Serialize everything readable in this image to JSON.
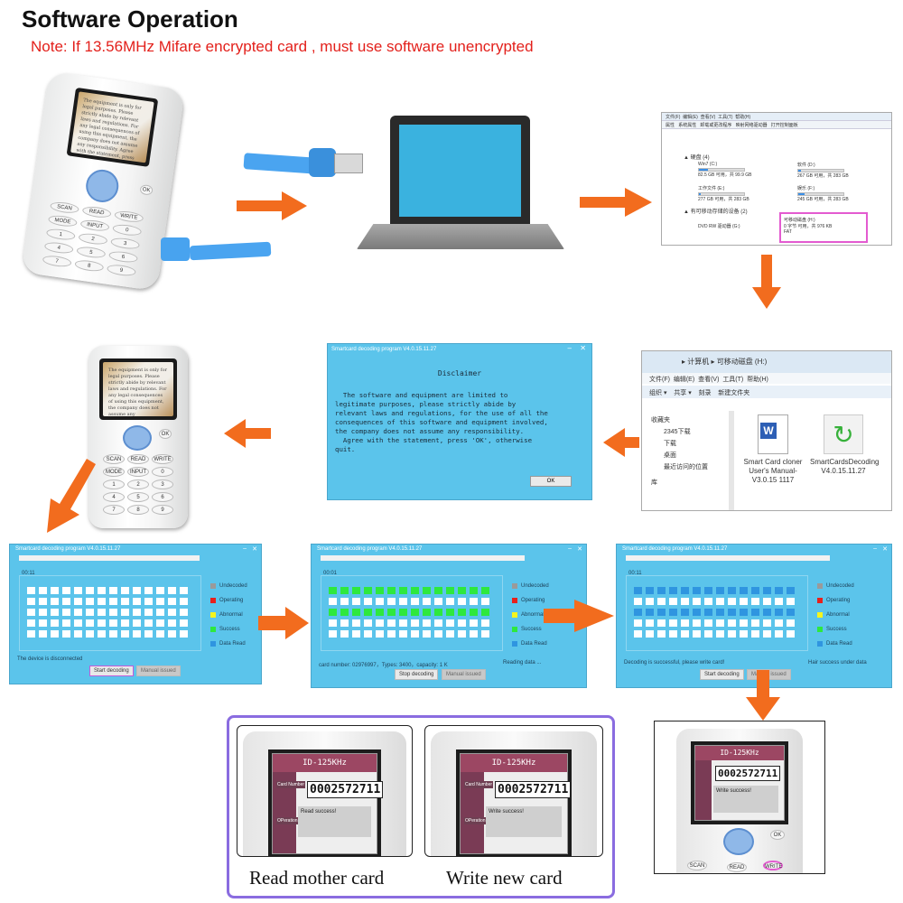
{
  "header": {
    "title": "Software Operation",
    "note": "Note: If 13.56MHz Mifare encrypted card , must use software unencrypted"
  },
  "device_screen": {
    "text": "The equipment is only for legal purposes. Please strictly abide by relevant laws and regulations. For any legal consequences of using this equipment, the company does not assume any responsibility. Agree with the statement, press 'Confirm'.",
    "keys": [
      "SCAN",
      "READ",
      "WRITE",
      "MODE",
      "INPUT",
      "0",
      "1",
      "2",
      "3",
      "4",
      "5",
      "6",
      "7",
      "8",
      "9"
    ],
    "side_keys": [
      "OK"
    ]
  },
  "explorer1": {
    "menu": [
      "文件(F)",
      "编辑(E)",
      "查看(V)",
      "工具(T)",
      "帮助(H)"
    ],
    "toolbar": [
      "属性",
      "系统属性",
      "卸载或更改程序",
      "映射网络驱动器",
      "打开控制面板"
    ],
    "section1": "▲ 硬盘 (4)",
    "section2": "▲ 有可移动存储的设备 (2)",
    "drives": [
      {
        "name": "Win7 (C:)",
        "info": "82.5 GB 可用，共 99.9 GB",
        "used": 0.2
      },
      {
        "name": "软件 (D:)",
        "info": "267 GB 可用，共 283 GB",
        "used": 0.06
      },
      {
        "name": "工作文件 (E:)",
        "info": "277 GB 可用，共 283 GB",
        "used": 0.03
      },
      {
        "name": "娱乐 (F:)",
        "info": "245 GB 可用，共 283 GB",
        "used": 0.14
      }
    ],
    "dvd": "DVD RW 驱动器 (G:)",
    "removable": {
      "name": "可移动磁盘 (H:)",
      "info": "0 字节 可用，共 976 KB",
      "fs": "FAT"
    }
  },
  "explorer2": {
    "path": "▸ 计算机 ▸ 可移动磁盘 (H:)",
    "menu": [
      "文件(F)",
      "编辑(E)",
      "查看(V)",
      "工具(T)",
      "帮助(H)"
    ],
    "toolbar": [
      "组织 ▾",
      "共享 ▾",
      "刻录",
      "新建文件夹"
    ],
    "tree": [
      "收藏夹",
      "2345下载",
      "下载",
      "桌面",
      "最近访问的位置",
      "库"
    ],
    "files": [
      {
        "name": "Smart Card cloner User's Manual-V3.0.15 1117",
        "icon": "word-document-icon"
      },
      {
        "name": "SmartCardsDecoding V4.0.15.11.27",
        "icon": "recycle-arrows-icon"
      }
    ]
  },
  "disclaimer": {
    "title": "Smartcard decoding program V4.0.15.11.27",
    "heading": "Disclaimer",
    "body": "  The software and equipment are limited to\nlegitimate purposes, please strictly abide by\nrelevant laws and regulations, for the use of all the\nconsequences of this software and equipment involved,\nthe company does not assume any responsibility.\n  Agree with the statement, press 'OK', otherwise\nquit.",
    "ok": "OK"
  },
  "decoder": {
    "title": "Smartcard decoding program V4.0.15.11.27",
    "legend": [
      {
        "label": "Undecoded",
        "color": "#9a9a9a"
      },
      {
        "label": "Operating",
        "color": "#e8201c"
      },
      {
        "label": "Abnormal",
        "color": "#f5f51c"
      },
      {
        "label": "Success",
        "color": "#2ee83e"
      },
      {
        "label": "Data Read",
        "color": "#2f95e0"
      }
    ],
    "panels": [
      {
        "time": "00:11",
        "status": "The device is disconnected",
        "right": "",
        "buttons": [
          "Start decoding",
          "Manual issued"
        ]
      },
      {
        "time": "00:01",
        "status": "card number: 02976997，Types: 3400，capacity: 1 K",
        "right": "Reading data ...",
        "buttons": [
          "Stop decoding",
          "Manual issued"
        ]
      },
      {
        "time": "00:11",
        "status": "Decoding is successful, please write card!",
        "right": "Hair success under data",
        "buttons": [
          "Start decoding",
          "Manual issued"
        ]
      }
    ]
  },
  "cards": {
    "header": "ID-125KHz",
    "number": "0002572711",
    "card_label": "Card Number",
    "op_label": "OPeration",
    "read_msg": "Read success!",
    "write_msg": "Write success!",
    "captions": [
      "Read mother card",
      "Write new card"
    ],
    "keys": [
      "OK",
      "SCAN",
      "READ",
      "WRITE"
    ]
  },
  "colors": {
    "arrow": "#f26c1e",
    "note": "#e3201b",
    "panel": "#5bc4eb",
    "highlight": "#8a6ce0"
  }
}
